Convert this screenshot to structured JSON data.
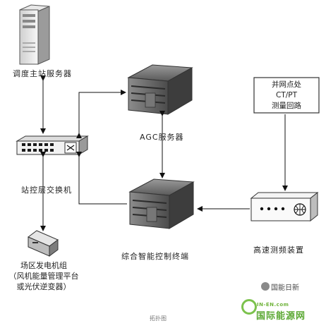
{
  "nodes": {
    "dispatch_server": "调度主站服务器",
    "agc_server": "AGC服务器",
    "switch": "站控层交换机",
    "controller": "综合智能控制终端",
    "field_units": [
      "场区发电机组",
      "（风机能量管理平台",
      "或光伏逆变器）"
    ],
    "pcc_box": [
      "并网点处",
      "CT/PT",
      "测量回路"
    ],
    "freq_device": "高速测频装置"
  },
  "watermarks": {
    "wechat": "国能日新",
    "site_url": "IN-EN.com",
    "site_name": "国际能源网"
  },
  "caption": "拓扑图"
}
